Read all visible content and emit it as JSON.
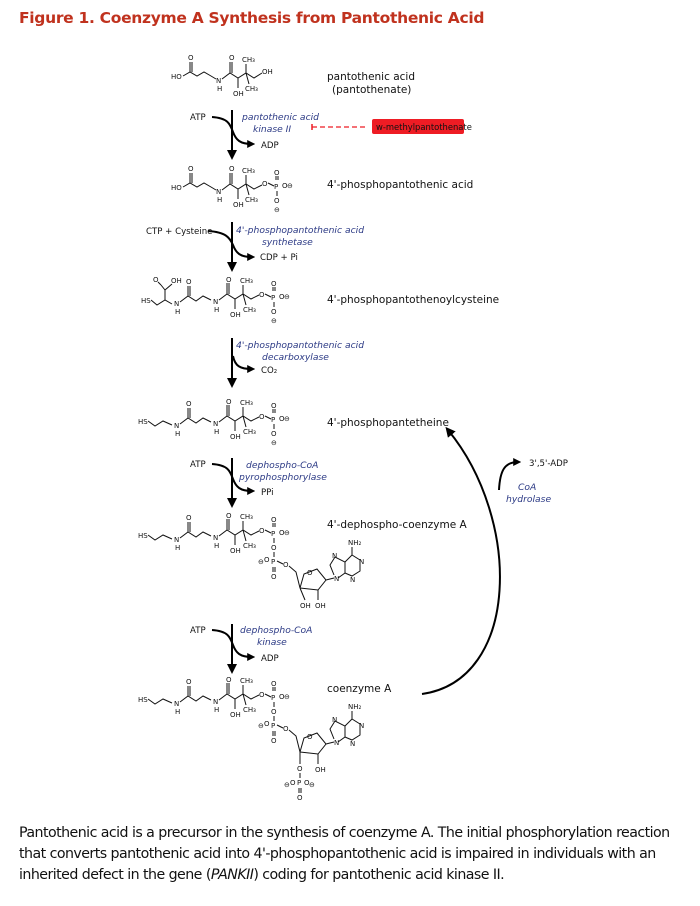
{
  "figure": {
    "title": "Figure 1. Coenzyme A Synthesis from Pantothenic Acid",
    "title_color": "#c0321e",
    "enzyme_color": "#2c3a85",
    "inhibitor_color": "#ee1c24"
  },
  "compounds": [
    {
      "name": "pantothenic acid",
      "subname": "(pantothenate)"
    },
    {
      "name": "4'-phosphopantothenic acid"
    },
    {
      "name": "4'-phosphopantothenoylcysteine"
    },
    {
      "name": "4'-phosphopantetheine"
    },
    {
      "name": "4'-dephospho-coenzyme A"
    },
    {
      "name": "coenzyme A"
    }
  ],
  "steps": [
    {
      "enzyme_line1": "pantothenic acid",
      "enzyme_line2": "kinase II",
      "input": "ATP",
      "output": "ADP"
    },
    {
      "enzyme_line1": "4'-phosphopantothenic acid",
      "enzyme_line2": "synthetase",
      "input": "CTP + Cysteine",
      "output": "CDP + Pi"
    },
    {
      "enzyme_line1": "4'-phosphopantothenic acid",
      "enzyme_line2": "decarboxylase",
      "input": "",
      "output": "CO₂"
    },
    {
      "enzyme_line1": "dephospho-CoA",
      "enzyme_line2": "pyrophosphorylase",
      "input": "ATP",
      "output": "PPi"
    },
    {
      "enzyme_line1": "dephospho-CoA",
      "enzyme_line2": "kinase",
      "input": "ATP",
      "output": "ADP"
    }
  ],
  "inhibitor": {
    "label": "w-methylpantothenate"
  },
  "recycle": {
    "enzyme_line1": "CoA",
    "enzyme_line2": "hydrolase",
    "output": "3',5'-ADP"
  },
  "atoms": {
    "ho": "HO",
    "oh": "OH",
    "o": "O",
    "n": "N",
    "h": "H",
    "ch3": "CH₃",
    "p": "P",
    "hs": "HS",
    "minus": "⊖",
    "nh2": "NH₂"
  },
  "caption": {
    "part1": "Pantothenic acid is a precursor in the synthesis of coenzyme A. The initial phosphorylation reaction that converts pantothenic acid into 4'-phosphopantothenic acid is impaired in individuals with an inherited defect in the gene (",
    "gene": "PANKII",
    "part2": ") coding for pantothenic acid kinase II."
  }
}
